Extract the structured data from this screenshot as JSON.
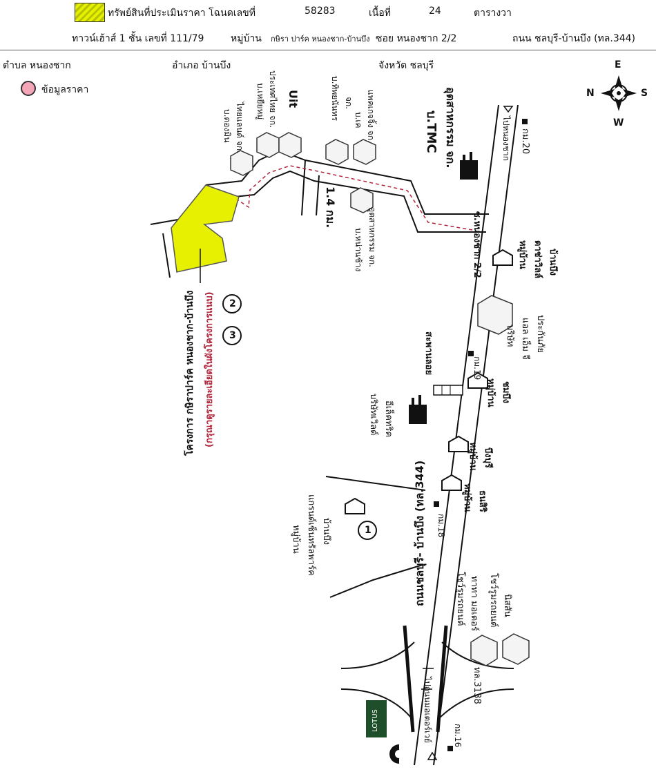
{
  "header": {
    "legend_label": "ทรัพย์สินที่ประเมินราคา โฉนดเลขที่",
    "deed_no": "58283",
    "area_label": "เนื้อที่",
    "area_value": "24",
    "area_unit": "ตารางวา",
    "unit_line": "ทาวน์เฮ้าส์ 1 ชั้น เลขที่ 111/79",
    "village_label": "หมู่บ้าน",
    "village_name": "กษิรา ปาร์ค หนองชาก-บ้านบึง",
    "soi": "ซอย หนองชาก 2/2",
    "road": "ถนน ชลบุรี-บ้านบึง (ทล.344)",
    "subdistrict": "ตำบล หนองชาก",
    "district": "อำเภอ บ้านบึง",
    "province": "จังหวัด ชลบุรี",
    "price_legend": "ข้อมูลราคา"
  },
  "colors": {
    "subject_fill": "#e6f000",
    "price_marker": "#f4a6b6",
    "route_dash": "#b3243a"
  },
  "compass": {
    "n": "N",
    "s": "S",
    "e": "E",
    "w": "W"
  },
  "labels": {
    "company_dongmin": "บ.ดองมิน",
    "company_thailand": "ไทยแลนด์ จก.",
    "company_hsieh": "บ.เหยียหมู่",
    "company_hsieh2": "ประเทศไทย จก.",
    "uit": "Uit",
    "company_tippayanont": "บ.ทิพยนันทร",
    "company_tippayanont2": "จก.",
    "company_pk": "บ.เค",
    "company_pk2": "แพคเกจจิ้ง จก.",
    "tmc": "บ.TMC",
    "tmc2": "อุตสาหกรรม จก.",
    "to_nongchak": "ไปหนองชาก",
    "km20": "กม.20",
    "distance": "1.4 กม.",
    "company_nanchang": "บ.หน่านช้าง",
    "company_nanchang2": "อุตสาหกรรม จก.",
    "soi_nongchak": "ซ.หนองชาก 2/2",
    "village_daechawilas": "หมู่บ้าน",
    "village_daechawilas2": "ดาช่าวิลล์",
    "village_daechawilas3": "บ้านบึง",
    "company_lmg": "บริษัท",
    "company_lmg2": "แอล เอ็ม จี",
    "company_lmg3": "ประกันภัย",
    "overpass": "สะพานลอย",
    "km19": "กม.19",
    "village_chombueng": "หมู่บ้าน",
    "village_chombueng2": "ชมบึง",
    "company_double": "บริษัทเวิลด์",
    "company_double2": "อีเล็คทริค",
    "main_road": "ถนนชลบุรี- บ้านบึง (ทล.344)",
    "village_bungburi": "หมู่บ้าน",
    "village_bungburi2": "บึงบุรี",
    "village_thanasiri": "หมู่บ้าน",
    "village_thanasiri2": "ธนสิริ",
    "km18": "กม.18",
    "village_grand": "หมู่บ้าน",
    "village_grand2": "แกรนด์เซ็นทรัลพาร์ค",
    "village_grand3": "บ้านบึง",
    "project_title": "โครงการ กษิราปาร์ค หนองชาก-บ้านบึง",
    "project_note": "(กรุณาดูรายละเอียดในผังโครงการแนบ)",
    "marker1": "1",
    "marker2": "2",
    "marker3": "3",
    "showroom_tata": "โชว์รูมรถยนต์",
    "showroom_tata2": "ทาทา มอเตอร์",
    "showroom_nissan": "โชว์รูมรถยนต์",
    "showroom_nissan2": "นิสสัน",
    "road_3138": "ทล.3138",
    "to_motorway": "ไปถนนมอเตอร์เวย์",
    "km16": "กม.16",
    "lotus": "LOTUS"
  }
}
